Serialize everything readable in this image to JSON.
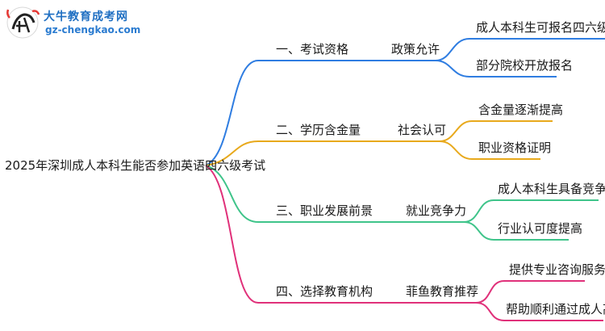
{
  "logo": {
    "name": "大牛教育成考网",
    "url": "gz-chengkao.com"
  },
  "root": "2025年深圳成人本科生能否参加英语四六级考试",
  "branches": [
    {
      "label": "一、考试资格",
      "mid": "政策允许",
      "leaves": [
        "成人本科生可报名四六级考试",
        "部分院校开放报名"
      ],
      "color": "#2f7de1"
    },
    {
      "label": "二、学历含金量",
      "mid": "社会认可",
      "leaves": [
        "含金量逐渐提高",
        "职业资格证明"
      ],
      "color": "#e8a91c"
    },
    {
      "label": "三、职业发展前景",
      "mid": "就业竞争力",
      "leaves": [
        "成人本科生具备竞争力",
        "行业认可度提高"
      ],
      "color": "#3fc48a"
    },
    {
      "label": "四、选择教育机构",
      "mid": "菲鱼教育推荐",
      "leaves": [
        "提供专业咨询服务",
        "帮助顺利通过成人高考"
      ],
      "color": "#e0317a"
    }
  ]
}
